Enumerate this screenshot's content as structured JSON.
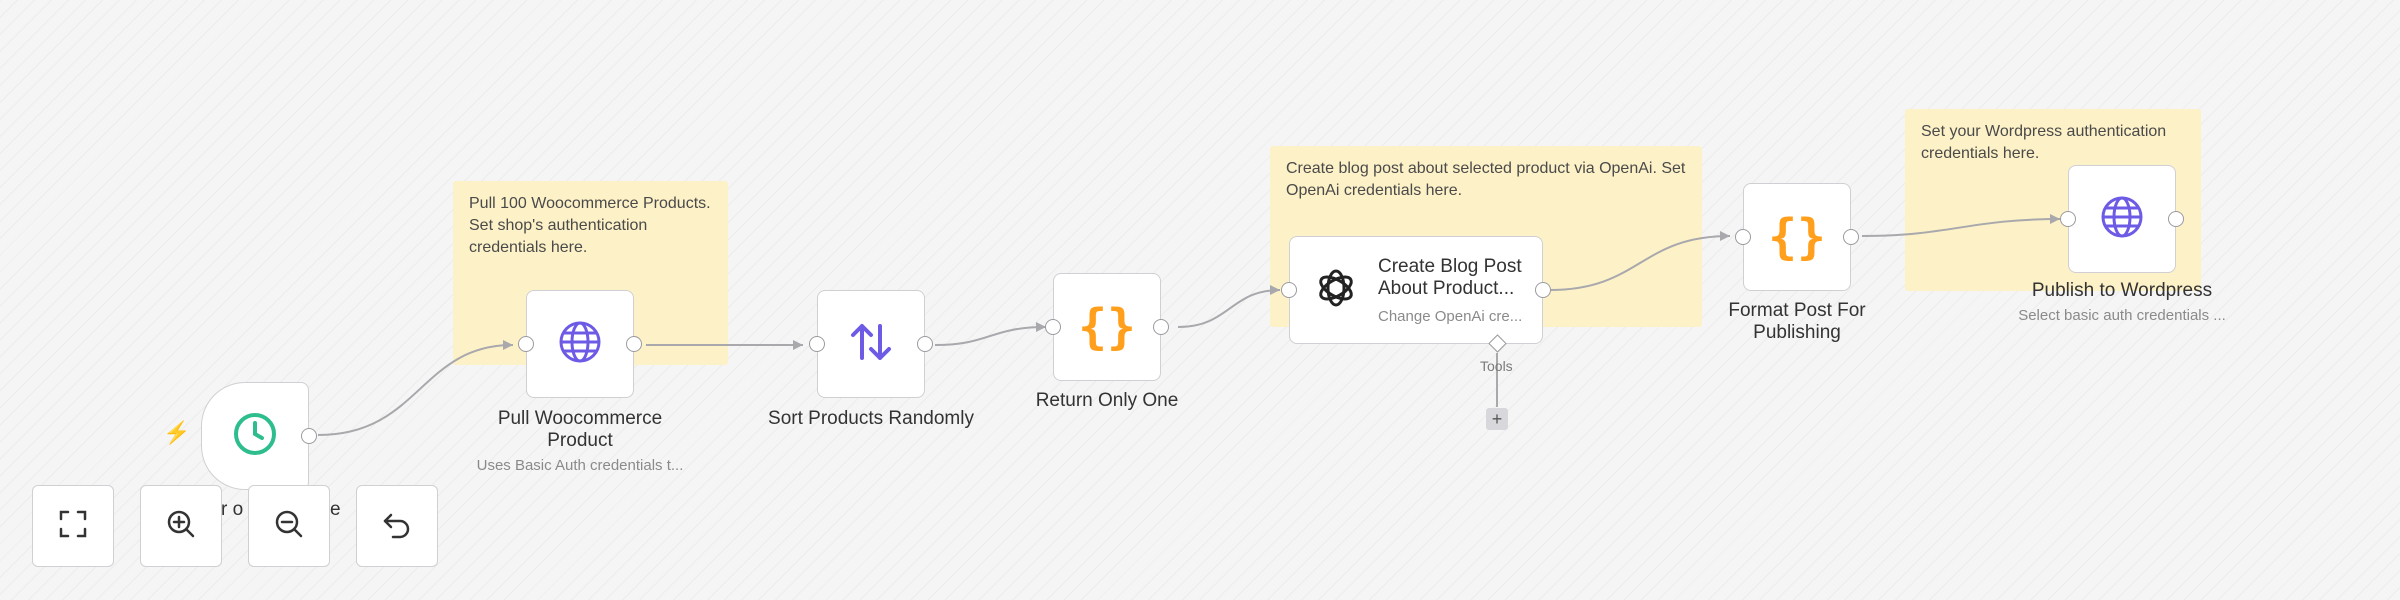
{
  "colors": {
    "accent_purple": "#6d5be6",
    "accent_orange": "#ff9f1c",
    "trigger_green": "#2ebd8e",
    "sticky_bg": "#fdf1c7",
    "bolt_red": "#f06060"
  },
  "sticky_notes": {
    "woocommerce": "Pull 100 Woocommerce Products. Set shop's authentication credentials here.",
    "openai": "Create blog post about selected product via OpenAi. Set OpenAi credentials here.",
    "wordpress": "Set your Wordpress authentication credentials here."
  },
  "nodes": {
    "trigger": {
      "label_partial": "r o",
      "label_tail": "e",
      "icon": "clock-icon"
    },
    "pull_woocommerce": {
      "label": "Pull Woocommerce Product",
      "sublabel": "Uses Basic Auth credentials t...",
      "icon": "globe-icon"
    },
    "sort_products": {
      "label": "Sort Products Randomly",
      "icon": "sort-arrows-icon"
    },
    "return_only_one": {
      "label": "Return Only One",
      "icon": "code-braces-icon"
    },
    "create_blog_post": {
      "title_line1": "Create Blog Post",
      "title_line2": "About Product...",
      "sublabel": "Change OpenAi cre...",
      "icon": "openai-icon",
      "tools_label": "Tools",
      "plus": "+"
    },
    "format_post": {
      "label": "Format Post For Publishing",
      "icon": "code-braces-icon"
    },
    "publish_wordpress": {
      "label": "Publish to Wordpress",
      "sublabel": "Select basic auth credentials ...",
      "icon": "globe-icon"
    }
  },
  "controls": {
    "fit_view": "fit-view-icon",
    "zoom_in": "zoom-in-icon",
    "zoom_out": "zoom-out-icon",
    "undo": "undo-icon"
  },
  "trigger_bolt": "⚡"
}
